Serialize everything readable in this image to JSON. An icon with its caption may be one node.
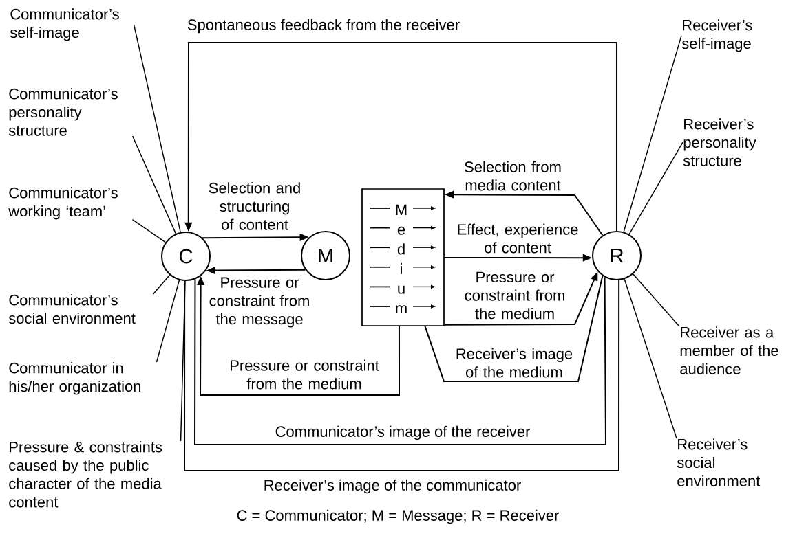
{
  "diagram": {
    "caption": "C = Communicator; M = Message; R = Receiver",
    "nodes": [
      {
        "text": [
          "C"
        ]
      },
      {
        "text": [
          "M"
        ]
      },
      {
        "text": [
          "M",
          "e",
          "d",
          "i",
          "u",
          "m"
        ]
      },
      {
        "text": [
          "R"
        ]
      },
      {
        "text": [
          "Communicator’s self-image"
        ]
      },
      {
        "text": [
          "Communicator’s personality structure"
        ]
      },
      {
        "text": [
          "Communicator’s working ‘team’"
        ]
      },
      {
        "text": [
          "Communicator’s social environment"
        ]
      },
      {
        "text": [
          "Communicator in his/her organization"
        ]
      },
      {
        "text": [
          "Pressure & constraints caused by the public character of the media content"
        ]
      },
      {
        "text": [
          "Receiver’s self-image"
        ]
      },
      {
        "text": [
          "Receiver’s personality structure"
        ]
      },
      {
        "text": [
          "Receiver as a member of the audience"
        ]
      },
      {
        "text": [
          "Receiver’s social environment"
        ]
      }
    ],
    "edges": [
      {
        "from": 3,
        "to": 0,
        "arrow": "to",
        "label": "Spontaneous feedback from the receiver"
      },
      {
        "from": 0,
        "to": 1,
        "arrow": "to",
        "label": "Selection and structuring of content"
      },
      {
        "from": 1,
        "to": 0,
        "arrow": "to",
        "label": "Pressure or constraint from the message"
      },
      {
        "from": 2,
        "to": 0,
        "arrow": "to",
        "label": "Pressure or constraint from the medium"
      },
      {
        "from": 3,
        "to": 2,
        "arrow": "to",
        "label": "Selection from media content"
      },
      {
        "from": 2,
        "to": 3,
        "arrow": "to",
        "label": "Effect, experience of content"
      },
      {
        "from": 2,
        "to": 3,
        "arrow": "to",
        "label": "Pressure or constraint from the medium"
      },
      {
        "from": 2,
        "to": 3,
        "arrow": "none",
        "label": "Receiver’s image of the medium"
      },
      {
        "from": 3,
        "to": 0,
        "arrow": "none",
        "label": "Communicator’s image of the receiver"
      },
      {
        "from": 0,
        "to": 3,
        "arrow": "none",
        "label": "Receiver’s image of the communicator"
      },
      {
        "from": 4,
        "to": 0,
        "arrow": "none"
      },
      {
        "from": 5,
        "to": 0,
        "arrow": "none"
      },
      {
        "from": 6,
        "to": 0,
        "arrow": "none"
      },
      {
        "from": 7,
        "to": 0,
        "arrow": "none"
      },
      {
        "from": 8,
        "to": 0,
        "arrow": "none"
      },
      {
        "from": 9,
        "to": 0,
        "arrow": "none"
      },
      {
        "from": 10,
        "to": 3,
        "arrow": "none"
      },
      {
        "from": 11,
        "to": 3,
        "arrow": "none"
      },
      {
        "from": 12,
        "to": 3,
        "arrow": "none"
      },
      {
        "from": 13,
        "to": 3,
        "arrow": "none"
      }
    ]
  }
}
